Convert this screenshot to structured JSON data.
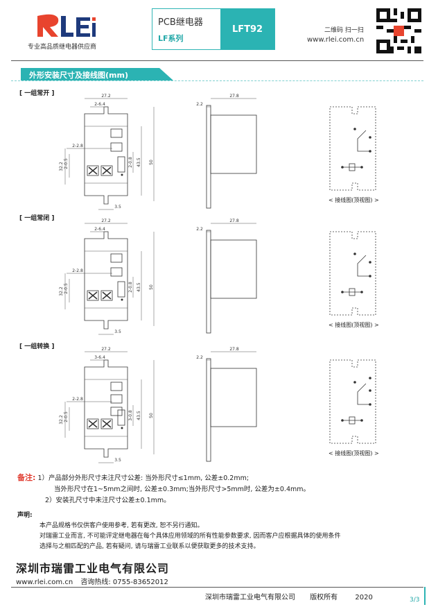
{
  "brand": {
    "logo_text": "RLEi",
    "tagline": "专业高品质继电器供应商",
    "colors": {
      "red": "#e8442e",
      "blue": "#1e3a7c",
      "teal": "#2bb3b3"
    }
  },
  "product": {
    "line1": "PCB继电器",
    "line2": "LF系列",
    "model": "LFT92"
  },
  "qr": {
    "label": "二维码 扫一扫",
    "url": "www.rlei.com.cn"
  },
  "section_title": "外形安装尺寸及接线图(mm)",
  "groups": [
    {
      "title": "[ 一组常开 ]",
      "caption": "< 接线图(顶视图) >",
      "dims": {
        "w": "27.2",
        "pitch": "2-6.4",
        "h1": "2-2.8",
        "hole": "2-0.5",
        "pin": "2-0.8",
        "left": "32.2",
        "mid": "43.5",
        "total": "50",
        "bot": "3.5",
        "sw": "2.2",
        "sl": "27.8"
      }
    },
    {
      "title": "[ 一组常闭 ]",
      "caption": "< 接线图(顶视图) >",
      "dims": {
        "w": "27.2",
        "pitch": "2-6.4",
        "h1": "2-2.8",
        "hole": "2-0.5",
        "pin": "2-0.8",
        "left": "32.2",
        "mid": "43.5",
        "total": "50",
        "bot": "3.5",
        "sw": "2.2",
        "sl": "27.8"
      }
    },
    {
      "title": "[ 一组转换 ]",
      "caption": "< 接线图(顶视图) >",
      "dims": {
        "w": "27.2",
        "pitch": "3-6.4",
        "h1": "2-2.8",
        "hole": "2-0.5",
        "pin": "3-0.8",
        "left": "32.2",
        "mid": "43.5",
        "total": "50",
        "bot": "3.5",
        "sw": "2.2",
        "sl": "27.8"
      }
    }
  ],
  "notes": {
    "label": "备注:",
    "items": [
      "1）产品部分外形尺寸未注尺寸公差: 当外形尺寸≤1mm, 公差±0.2mm;",
      "当外形尺寸在1~5mm之间时, 公差±0.3mm;当外形尺寸>5mm时, 公差为±0.4mm。",
      "2）安装孔尺寸中未注尺寸公差±0.1mm。"
    ]
  },
  "declaration": {
    "title": "声明:",
    "lines": [
      "本产品规格书仅供客户使用参考, 若有更改, 恕不另行通知。",
      "对瑞雷工业而言, 不可能评定继电器在每个具体应用领域的所有性能参数要求, 因而客户应根据具体的使用条件",
      "选择与之相匹配的产品, 若有疑问, 请与瑞雷工业联系以便获取更多的技术支持。"
    ]
  },
  "footer": {
    "company": "深圳市瑞雷工业电气有限公司",
    "url": "www.rlei.com.cn",
    "hotline": "咨询热线: 0755-83652012",
    "copyright_company": "深圳市瑞雷工业电气有限公司",
    "copyright": "版权所有",
    "year": "2020",
    "page": "3/3"
  }
}
